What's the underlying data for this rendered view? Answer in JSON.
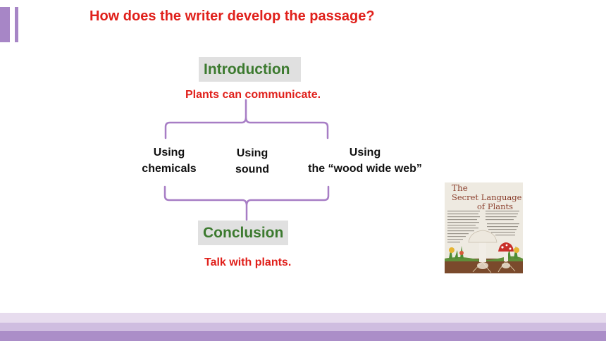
{
  "question": "How does the writer develop the passage?",
  "introduction": {
    "label": "Introduction",
    "text": "Plants can communicate."
  },
  "methods": [
    {
      "line1": "Using",
      "line2": "chemicals"
    },
    {
      "line1": "Using",
      "line2": "sound"
    },
    {
      "line1": "Using",
      "line2": "the “wood wide web”"
    }
  ],
  "conclusion": {
    "label": "Conclusion",
    "text": "Talk with plants."
  },
  "book": {
    "title_line1": "The",
    "title_line2": "Secret Language",
    "title_line3": "of Plants"
  },
  "colors": {
    "accent_purple": "#a786c6",
    "heading_red": "#e0201b",
    "label_green": "#3c7a2f",
    "label_box_gray": "#e0e0e0",
    "bracket_purple": "#a77dc5"
  }
}
